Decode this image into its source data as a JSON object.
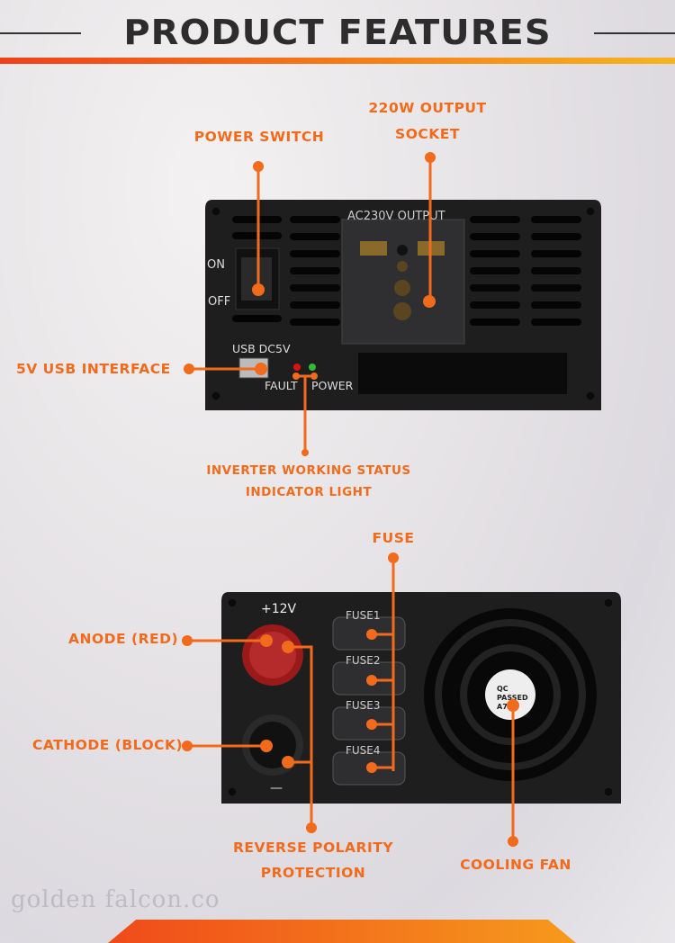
{
  "header": {
    "title": "PRODUCT FEATURES"
  },
  "callouts": {
    "power_switch": "POWER SWITCH",
    "output_socket": [
      "220W OUTPUT",
      "SOCKET"
    ],
    "usb": "5V USB INTERFACE",
    "indicator": [
      "INVERTER WORKING STATUS",
      "INDICATOR LIGHT"
    ],
    "fuse": "FUSE",
    "anode": "ANODE (RED)",
    "cathode": "CATHODE (BLOCK)",
    "reverse": [
      "REVERSE POLARITY",
      "PROTECTION"
    ],
    "fan": "COOLING FAN"
  },
  "device_front": {
    "on": "ON",
    "off": "OFF",
    "output": "AC230V OUTPUT",
    "usb": "USB  DC5V",
    "fault": "FAULT",
    "power": "POWER"
  },
  "device_back": {
    "positive": "+12V",
    "negative": "—",
    "fuses": [
      "FUSE1",
      "FUSE2",
      "FUSE3",
      "FUSE4"
    ],
    "sticker": [
      "QC",
      "PASSED",
      "A7"
    ]
  },
  "watermark": "golden falcon.co",
  "colors": {
    "accent": "#f26a1b",
    "device": "#1e1e1f"
  }
}
